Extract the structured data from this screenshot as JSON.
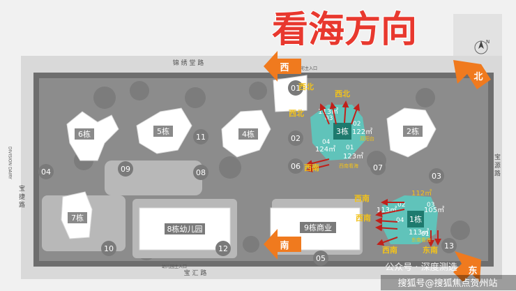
{
  "title": "看海方向",
  "compass": {
    "north": "N"
  },
  "directions": {
    "west": "西",
    "north": "北",
    "south": "南",
    "east": "东"
  },
  "roads": {
    "top": "锦 绣 堂 路",
    "left": "宝 捷 路",
    "bottom": "宝 汇 路",
    "right": "宝 源 路",
    "left_small": "DIVISION DAIRY",
    "entrance_top": "住宅主入口",
    "entrance_bottom": "幼儿园主入口"
  },
  "buildings": {
    "b1": "1栋",
    "b2": "2栋",
    "b3": "3栋",
    "b4": "4栋",
    "b5": "5栋",
    "b6": "6栋",
    "b7": "7栋",
    "b8": "8栋幼儿园",
    "b9": "9栋商业"
  },
  "sites": [
    "01",
    "02",
    "03",
    "04",
    "05",
    "06",
    "07",
    "08",
    "09",
    "10",
    "11",
    "12",
    "13"
  ],
  "unit_labels": {
    "b3_02": "02",
    "b3_03": "03",
    "b3_04": "04",
    "b3_01": "01",
    "b1_02": "02",
    "b1_03": "03",
    "b1_04": "04",
    "b1_01": "01"
  },
  "areas": {
    "b3_113": "113㎡",
    "b3_122": "122㎡",
    "b3_124": "124㎡",
    "b3_123": "123㎡",
    "b1_112": "112㎡",
    "b1_113": "113㎡",
    "b1_105": "105㎡",
    "b1_113b": "113㎡"
  },
  "orientations": {
    "b3_ne1": "西北",
    "b3_ne2": "西北",
    "b3_nw": "西北",
    "b3_sw": "西南",
    "b1_w": "西南",
    "b1_sw": "西南",
    "b1_sw2": "西南",
    "b1_se": "东南"
  },
  "small_notes": {
    "b3_01": "西南看海",
    "b1_01": "东南看海",
    "b3_02": "双阳台"
  },
  "watermark": {
    "wechat": "公众号 · 深度测选",
    "sohu": "搜狐号@搜狐焦点贺州站"
  },
  "colors": {
    "title_red": "#e8382e",
    "arrow_orange": "#f07a1e",
    "label_yellow": "#f2c21b",
    "highlight_teal": "#5cc8be",
    "arrow_red": "#c0201a",
    "building_dark": "#1e7a6e"
  }
}
